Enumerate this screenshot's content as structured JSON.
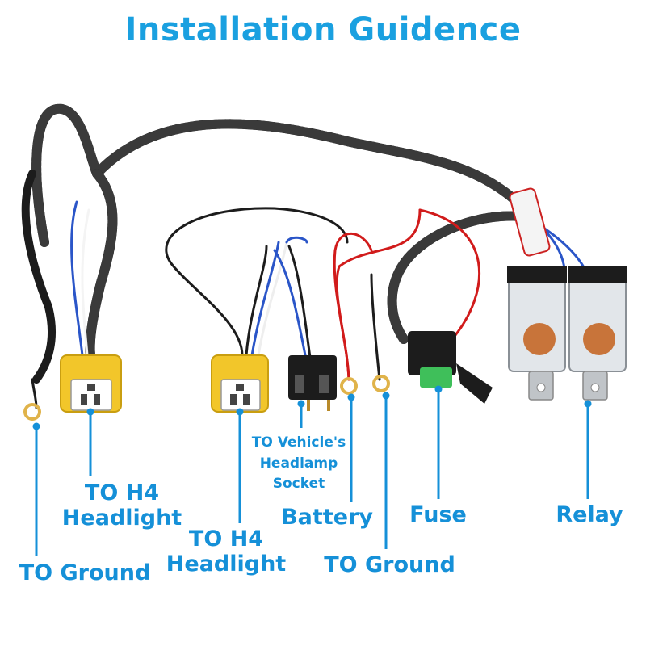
{
  "title": "Installation Guidence",
  "labels": {
    "ground_left": "TO Ground",
    "h4_left_line1": "TO H4",
    "h4_left_line2": "Headlight",
    "h4_mid_line1": "TO H4",
    "h4_mid_line2": "Headlight",
    "socket_line1": "TO Vehicle's",
    "socket_line2": "Headlamp",
    "socket_line3": "Socket",
    "battery": "Battery",
    "ground_mid": "TO Ground",
    "fuse": "Fuse",
    "relay": "Relay"
  },
  "colors": {
    "accent": "#1aa0e0",
    "pointer": "#1590d8",
    "wire_black": "#1c1c1c",
    "wire_red": "#d11b1b",
    "wire_blue": "#2a55c8",
    "connector_yellow": "#f2c62a",
    "fuse_green": "#3fbf5a",
    "ring_terminal": "#e0b34a"
  }
}
